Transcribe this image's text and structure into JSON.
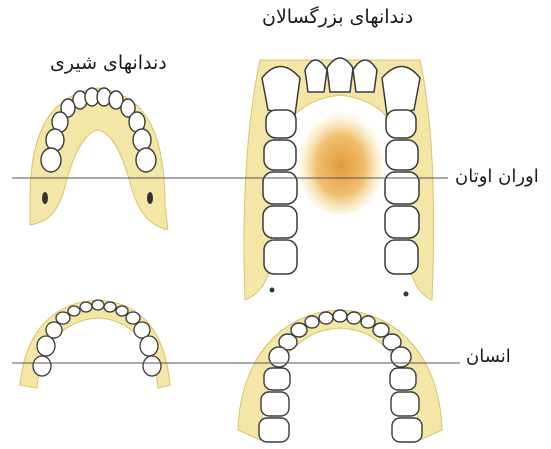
{
  "labels": {
    "adult_teeth": "دندانهای بزرگسالان",
    "milk_teeth": "دندانهای شیری",
    "orangutan": "اوران اوتان",
    "human": "انسان"
  },
  "colors": {
    "jaw_fill": "#f4e6a6",
    "jaw_edge": "#d9c46a",
    "palate_center": "#e8a84a",
    "tooth_fill": "#ffffff",
    "tooth_outline": "#3a3a3a",
    "rule_line": "#555555",
    "text": "#1a1a1a"
  }
}
